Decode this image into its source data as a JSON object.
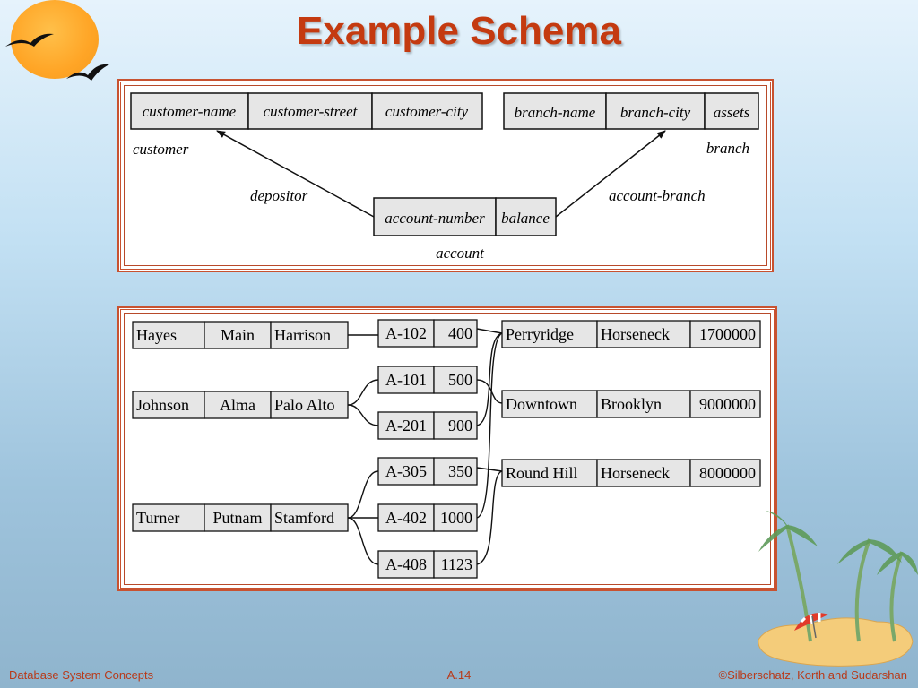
{
  "title": "Example Schema",
  "schema": {
    "customer": {
      "label": "customer",
      "attrs": [
        "customer-name",
        "customer-street",
        "customer-city"
      ]
    },
    "branch": {
      "label": "branch",
      "attrs": [
        "branch-name",
        "branch-city",
        "assets"
      ]
    },
    "account": {
      "label": "account",
      "attrs": [
        "account-number",
        "balance"
      ]
    },
    "depositor_label": "depositor",
    "account_branch_label": "account-branch"
  },
  "instance": {
    "customers": [
      [
        "Hayes",
        "Main",
        "Harrison"
      ],
      [
        "Johnson",
        "Alma",
        "Palo Alto"
      ],
      [
        "Turner",
        "Putnam",
        "Stamford"
      ]
    ],
    "accounts": [
      [
        "A-102",
        "400"
      ],
      [
        "A-101",
        "500"
      ],
      [
        "A-201",
        "900"
      ],
      [
        "A-305",
        "350"
      ],
      [
        "A-402",
        "1000"
      ],
      [
        "A-408",
        "1123"
      ]
    ],
    "branches": [
      [
        "Perryridge",
        "Horseneck",
        "1700000"
      ],
      [
        "Downtown",
        "Brooklyn",
        "9000000"
      ],
      [
        "Round Hill",
        "Horseneck",
        "8000000"
      ]
    ]
  },
  "footer": {
    "left": "Database System Concepts",
    "center": "A.14",
    "right": "©Silberschatz, Korth and Sudarshan"
  },
  "colors": {
    "title": "#c43a10",
    "frame": "#c85230",
    "cell": "#e6e6e6",
    "footer": "#b83a1a"
  }
}
